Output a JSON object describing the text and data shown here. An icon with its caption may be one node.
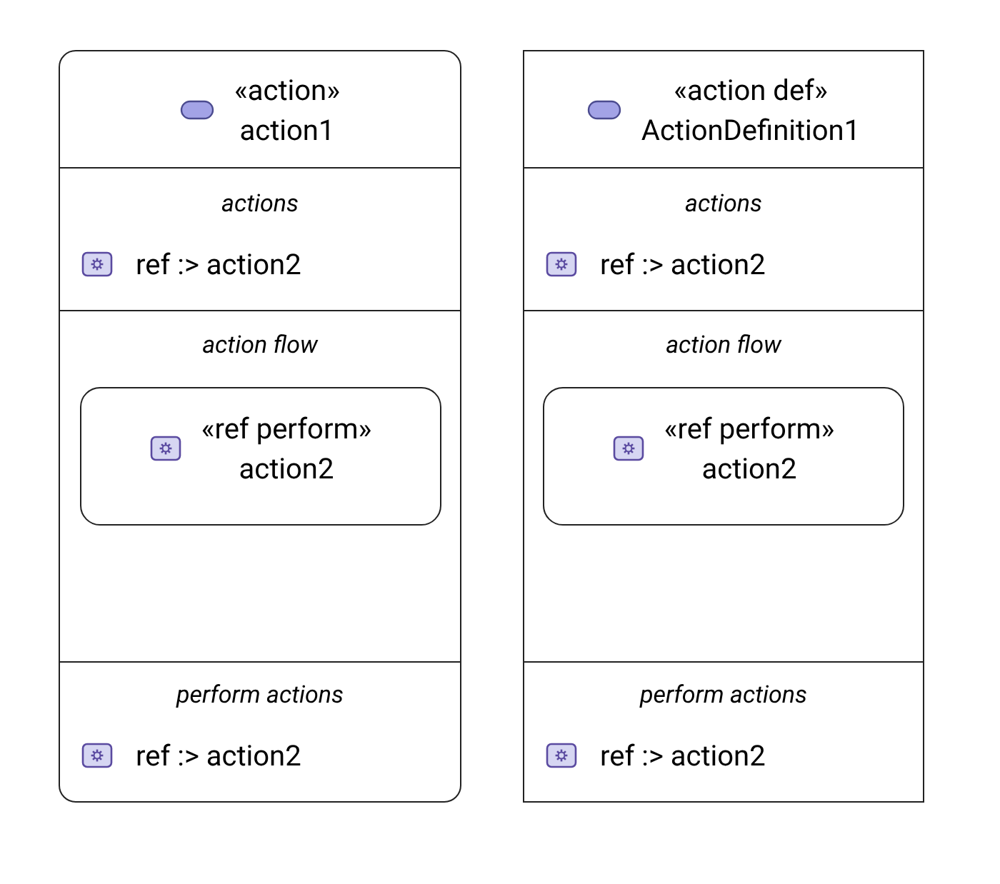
{
  "diagram": {
    "nodes": [
      {
        "text": [
          "«action»",
          "action1",
          "actions",
          "ref :> action2",
          "action flow",
          "perform actions",
          "ref :> action2"
        ]
      },
      {
        "text": [
          "«ref perform»",
          "action2"
        ],
        "in": 0
      },
      {
        "text": [
          "«action def»",
          "ActionDefinition1",
          "actions",
          "ref :> action2",
          "action flow",
          "perform actions",
          "ref :> action2"
        ]
      },
      {
        "text": [
          "«ref perform»",
          "action2"
        ],
        "in": 2
      }
    ],
    "edges": []
  }
}
